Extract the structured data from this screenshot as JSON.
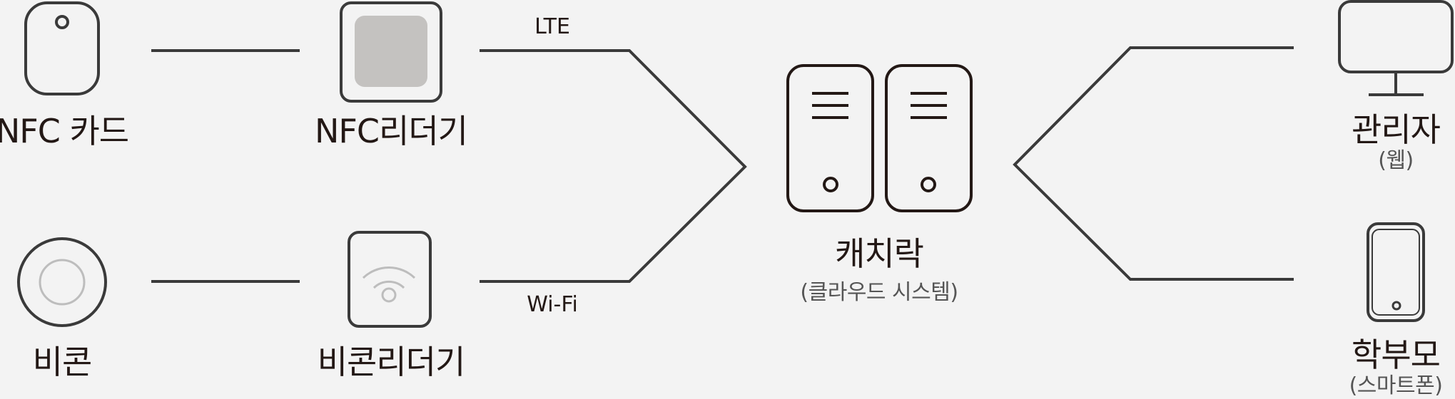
{
  "nodes": {
    "nfc_card": {
      "label": "NFC 카드"
    },
    "nfc_reader": {
      "label": "NFC리더기"
    },
    "beacon": {
      "label": "비콘"
    },
    "beacon_reader": {
      "label": "비콘리더기"
    },
    "cloud": {
      "label": "캐치락",
      "sub": "(클라우드 시스템)"
    },
    "admin": {
      "label": "관리자",
      "sub": "(웹)"
    },
    "parent": {
      "label": "학부모",
      "sub": "(스마트폰)"
    }
  },
  "connections": {
    "lte": "LTE",
    "wifi": "Wi-Fi"
  },
  "colors": {
    "stroke": "#3a3a3a",
    "dark": "#231815",
    "fill_gray": "#c4c2c0",
    "light_gray": "#bdbdbd",
    "background": "#f3f3f3"
  }
}
